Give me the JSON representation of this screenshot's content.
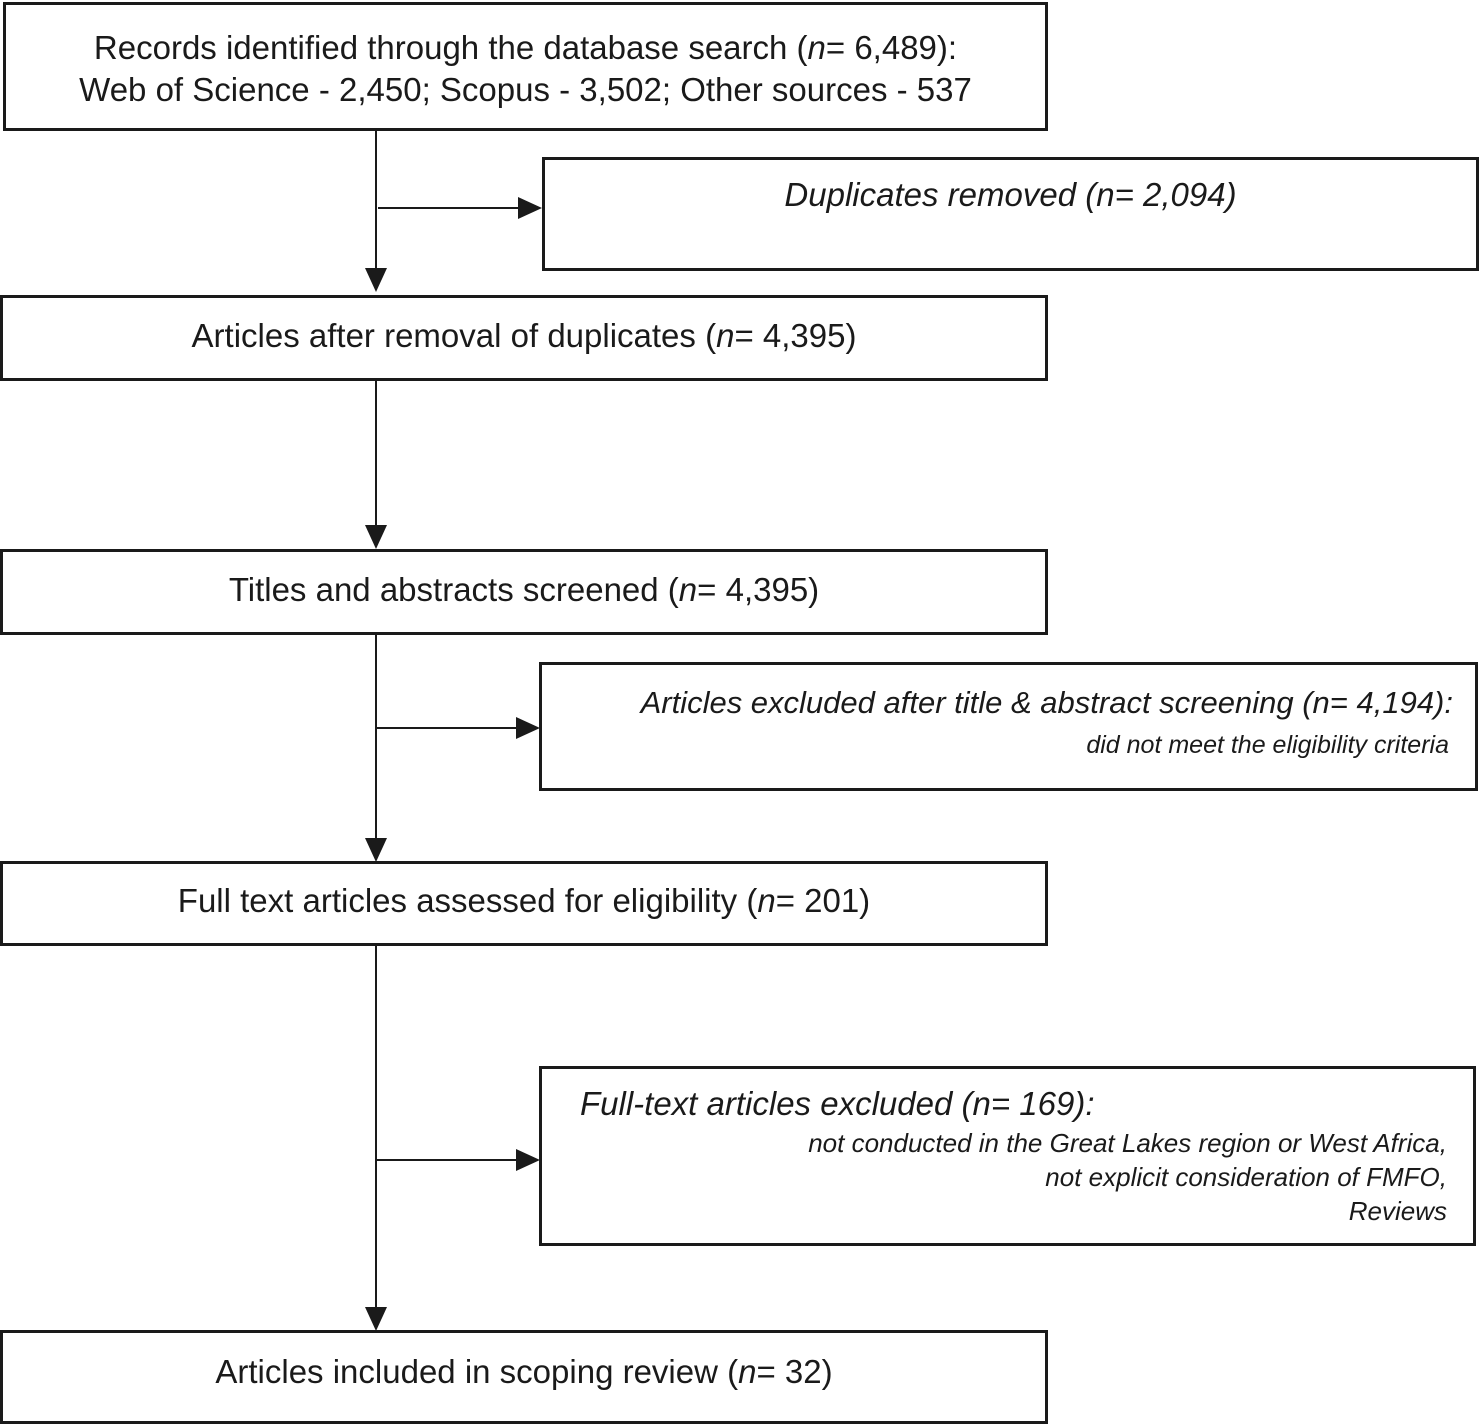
{
  "boxes": {
    "identified": {
      "line1_pre": "Records identified through the database search (",
      "n_symbol": "n",
      "line1_post": "= 6,489):",
      "line2": "Web of Science - 2,450; Scopus - 3,502; Other sources - 537"
    },
    "duplicates": {
      "text": "Duplicates removed (n= 2,094)"
    },
    "after_duplicates": {
      "pre": "Articles after removal of duplicates (",
      "n_symbol": "n",
      "post": "= 4,395)"
    },
    "screened": {
      "pre": "Titles and abstracts screened (",
      "n_symbol": "n",
      "post": "= 4,395)"
    },
    "excluded_screening": {
      "line1": "Articles excluded after title & abstract screening (n= 4,194):",
      "line2": "did not meet the eligibility criteria"
    },
    "fulltext": {
      "pre": "Full text articles assessed for eligibility (",
      "n_symbol": "n",
      "post": "= 201)"
    },
    "excluded_fulltext": {
      "line1": "Full-text articles excluded (n= 169):",
      "line2": "not conducted in the Great Lakes region or West Africa,",
      "line3": "not explicit consideration of FMFO,",
      "line4": "Reviews"
    },
    "included": {
      "pre": "Articles included in scoping review (",
      "n_symbol": "n",
      "post": "= 32)"
    }
  }
}
